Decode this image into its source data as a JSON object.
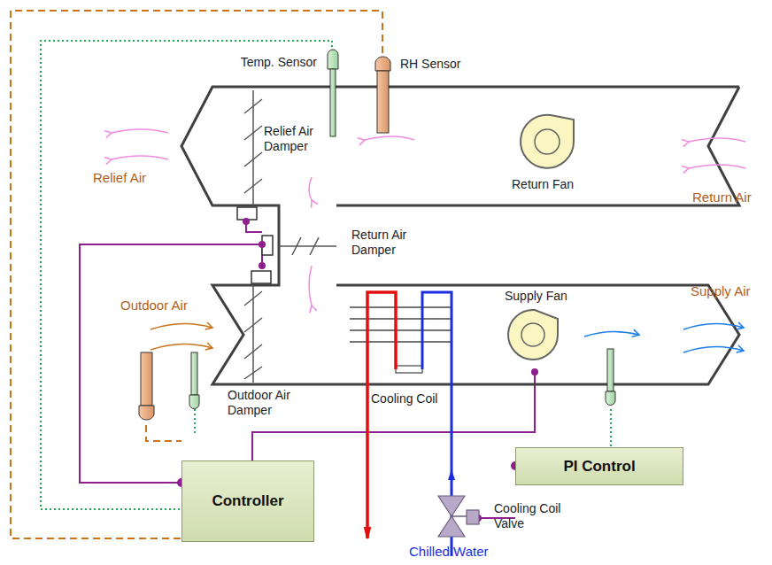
{
  "diagram": {
    "nodes": [
      {
        "text": [
          "Controller"
        ]
      },
      {
        "text": [
          "PI Control"
        ]
      }
    ],
    "labels": [
      "Temp. Sensor",
      "RH Sensor",
      "Relief Air Damper",
      "Return Fan",
      "Return Air",
      "Relief Air",
      "Return Air Damper",
      "Outdoor Air",
      "Supply Fan",
      "Supply Air",
      "Cooling Coil",
      "Outdoor Air Damper",
      "Cooling Coil Valve",
      "Chilled Water"
    ]
  }
}
